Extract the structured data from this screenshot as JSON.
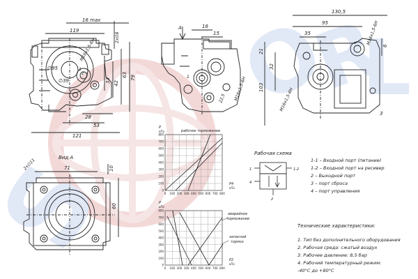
{
  "watermark": {
    "letters": [
      "S",
      "O",
      "R",
      "L"
    ],
    "ring_color": "#e8b8b8",
    "letter_color": "#c9d6ee"
  },
  "top_left_view": {
    "dims": [
      "16 max",
      "119",
      "2x∅8",
      "M16x1,5-6H",
      "∅95",
      "∅39",
      "1",
      "2",
      "33",
      "42",
      "63",
      "79",
      "28",
      "53",
      "121"
    ]
  },
  "top_middle_view": {
    "dims": [
      "A",
      "16",
      "15",
      "M16x1,5-6H",
      "22,5",
      "1"
    ]
  },
  "top_right_view": {
    "dims": [
      "130,5",
      "95",
      "35",
      "M16x1,5-6H",
      "6",
      "21",
      "32",
      "103",
      "M16x1,5-6H",
      "3"
    ]
  },
  "view_a": {
    "title": "Вид А",
    "dims": [
      "2x∅11",
      "71",
      "10",
      "60"
    ]
  },
  "chart_top": {
    "yunit_line1": "Р",
    "yunit_line2": "кПа",
    "yticks": [
      "800",
      "700",
      "600",
      "500",
      "400",
      "300",
      "200",
      "100",
      "0"
    ],
    "xticks": [
      "0",
      "100",
      "200",
      "300",
      "400",
      "500",
      "600",
      "700",
      "800"
    ],
    "xunit_line1": "Р4",
    "xunit_line2": "кПа",
    "annotation": "рабочее торможение"
  },
  "chart_bottom": {
    "yunit_line1": "Р",
    "yunit_line2": "кПа",
    "yticks": [
      "800",
      "700",
      "600",
      "500",
      "400",
      "300",
      "200",
      "100",
      "0"
    ],
    "xticks": [
      "0",
      "100",
      "200",
      "300",
      "400",
      "500",
      "600",
      "700",
      "800"
    ],
    "xunit_line1": "Р2",
    "xunit_line2": "кПа",
    "annotation1_line1": "аварийное",
    "annotation1_line2": "торможение",
    "annotation2_line1": "запасной",
    "annotation2_line2": "тормоз"
  },
  "scheme": {
    "title": "Рабочая схема",
    "ports": [
      "1",
      "1-2",
      "4",
      "2"
    ]
  },
  "legend": [
    "1-1 – Входной порт (питание)",
    "1-2 – Входной порт на ресивер",
    "2 – Выходной порт",
    "3 – порт сброса",
    "4 – порт управления"
  ],
  "specs": {
    "title": "Технические характеристики:",
    "items": [
      "1. Тип без дополнительного оборудования",
      "2. Рабочая среда: сжатый воздух",
      "3. Рабочее давление: 8,5 бар",
      "4. Рабочий температурный режим:",
      "-40°C до +80°C"
    ]
  }
}
